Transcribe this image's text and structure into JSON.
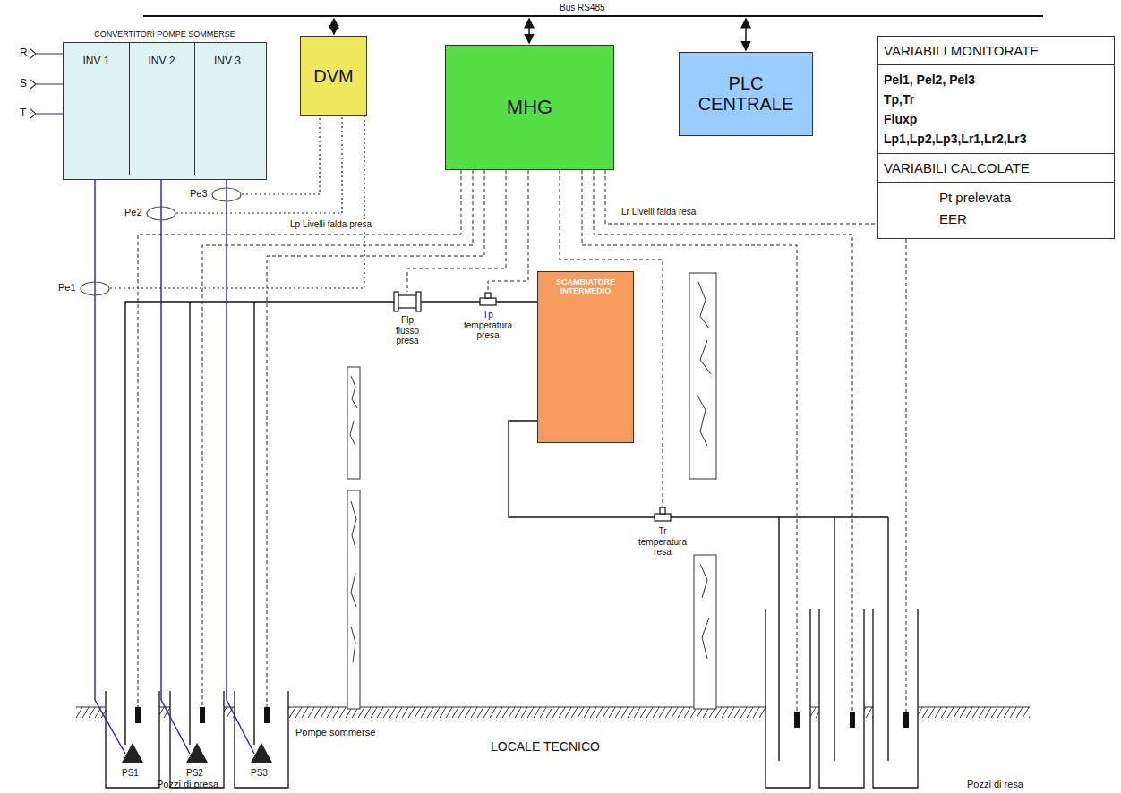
{
  "diagram": {
    "nodes": [
      {
        "text": [
          "CONVERTITORI POMPE SOMMERSE"
        ]
      },
      {
        "text": [
          "INV 1"
        ],
        "in": 0
      },
      {
        "text": [
          "INV 2"
        ],
        "in": 0
      },
      {
        "text": [
          "INV 3"
        ],
        "in": 0
      },
      {
        "text": [
          "DVM"
        ]
      },
      {
        "text": [
          "MHG"
        ]
      },
      {
        "text": [
          "PLC CENTRALE"
        ]
      },
      {
        "text": [
          "VARIABILI MONITORATE",
          "Pel1, Pel2, Pel3",
          "Tp,Tr",
          "Fluxp",
          "Lp1,Lp2,Lp3,Lr1,Lr2,Lr3",
          "VARIABILI CALCOLATE",
          "Pt prelevata",
          "EER"
        ]
      },
      {
        "text": [
          "Pe3"
        ]
      },
      {
        "text": [
          "Pe2"
        ]
      },
      {
        "text": [
          "Pe1"
        ]
      },
      {
        "text": [
          "SCAMBIATORE INTERMEDIO"
        ]
      }
    ],
    "edges": [
      {
        "from": 8,
        "to": 4,
        "arrow": "none"
      },
      {
        "from": 9,
        "to": 4,
        "arrow": "none"
      },
      {
        "from": 10,
        "to": 4,
        "arrow": "none"
      }
    ],
    "labels": [
      "Bus RS485",
      "R",
      "S",
      "T",
      "Lp Livelli falda presa",
      "Lr Livelli falda resa",
      "Flp flusso presa",
      "Tp temperatura presa",
      "Tr temperatura resa",
      "Pompe sommerse",
      "LOCALE TECNICO",
      "PS1",
      "PS2",
      "PS3",
      "Pozzi di presa",
      "Pozzi di resa"
    ]
  }
}
